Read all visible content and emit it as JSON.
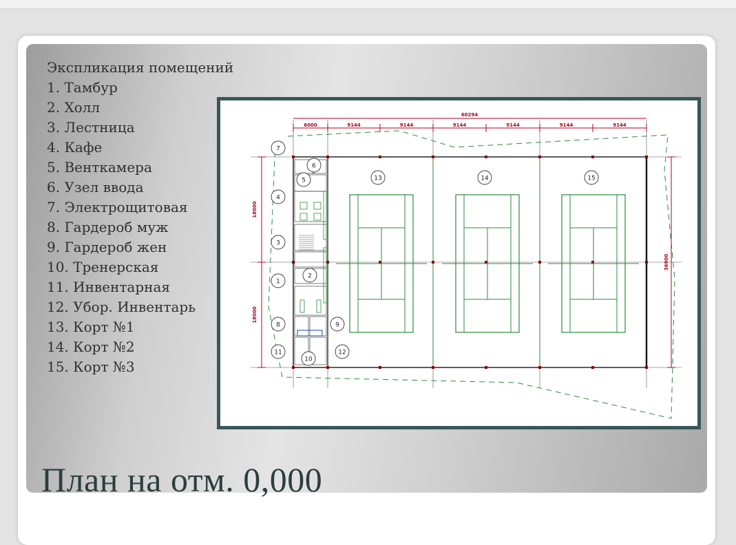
{
  "slide": {
    "title": "План на отм. 0,000",
    "legend_title": "Экспликация помещений",
    "legend_items": [
      "1. Тамбур",
      "2. Холл",
      "3. Лестница",
      "4. Кафе",
      "5. Венткамера",
      "6. Узел ввода",
      "7. Электрощитовая",
      "8. Гардероб муж",
      "9. Гардероб жен",
      "10. Тренерская",
      "11. Инвентарная",
      "12. Убор. Инвентарь",
      "13. Корт №1",
      "14. Корт №2",
      "15. Корт №3"
    ]
  },
  "plan": {
    "frame_color": "#395658",
    "dim_color": "#b0001e",
    "court_line_color": "#2a8a3a",
    "wall_color": "#333333",
    "top_total_dim": "60294",
    "top_dims": [
      "6000",
      "9144",
      "9144",
      "9144",
      "9144",
      "9144",
      "9144"
    ],
    "left_dims": [
      "18000",
      "18000"
    ],
    "right_dim": "36000",
    "room_markers": [
      "1",
      "2",
      "3",
      "4",
      "5",
      "6",
      "7",
      "8",
      "9",
      "10",
      "11",
      "12",
      "13",
      "14",
      "15"
    ]
  }
}
